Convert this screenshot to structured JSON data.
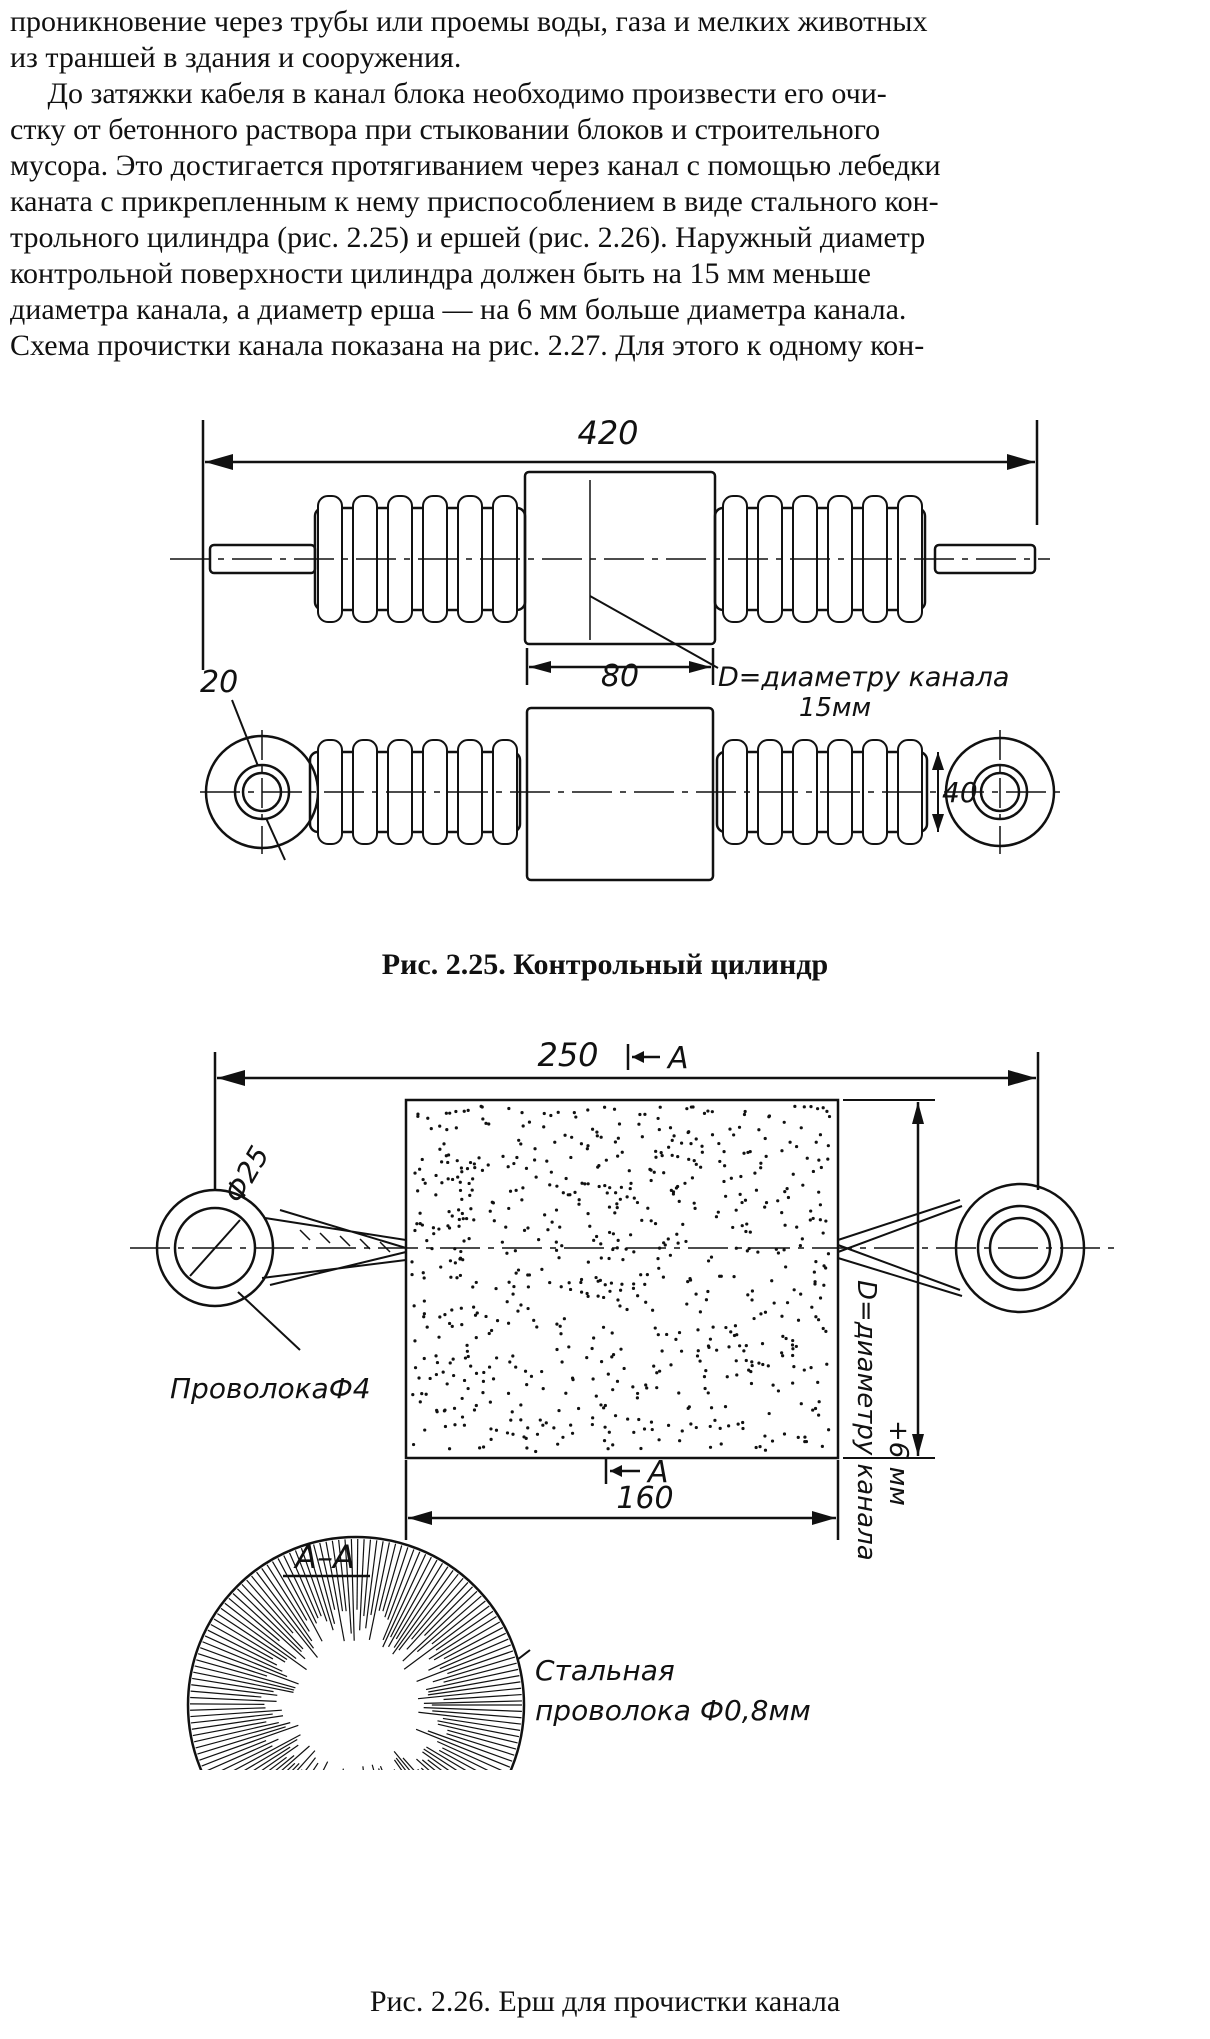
{
  "paragraph": {
    "lines": [
      "проникновение через трубы или проемы воды, газа и мелких животных",
      "из траншей в здания и сооружения.",
      "     До затяжки кабеля в канал блока необходимо произвести его очи-",
      "стку от бетонного раствора при стыковании блоков и строительного",
      "мусора. Это достигается протягиванием через канал с помощью лебедки",
      "каната с прикрепленным к нему приспособлением в виде стального кон-",
      "трольного цилиндра (рис. 2.25) и ершей (рис. 2.26). Наружный диаметр",
      "контрольной поверхности цилиндра должен быть на 15 мм меньше",
      "диаметра канала, а диаметр ерша — на 6 мм больше диаметра канала.",
      "Схема прочистки канала показана на рис. 2.27. Для этого к одному кон-"
    ]
  },
  "figure_1": {
    "dim_length": "420",
    "dim_body": "80",
    "dim_eye": "20",
    "dim_height": "40",
    "note_line1": "D=диаметру канала",
    "note_line2": "15мм",
    "caption": "Рис. 2.25. Контрольный цилиндр"
  },
  "figure_2": {
    "dim_length": "250",
    "section_mark": "A",
    "dim_ring": "Ф25",
    "wire_label": "ПроволокаФ4",
    "dim_diameter_line1": "D=диаметру канала",
    "dim_diameter_line2": "+6 мм",
    "dim_brush": "160",
    "section_title": "A–A",
    "steel_line1": "Стальная",
    "steel_line2": "проволока Ф0,8мм",
    "caption": "Рис. 2.26. Ерш для прочистки канала"
  }
}
